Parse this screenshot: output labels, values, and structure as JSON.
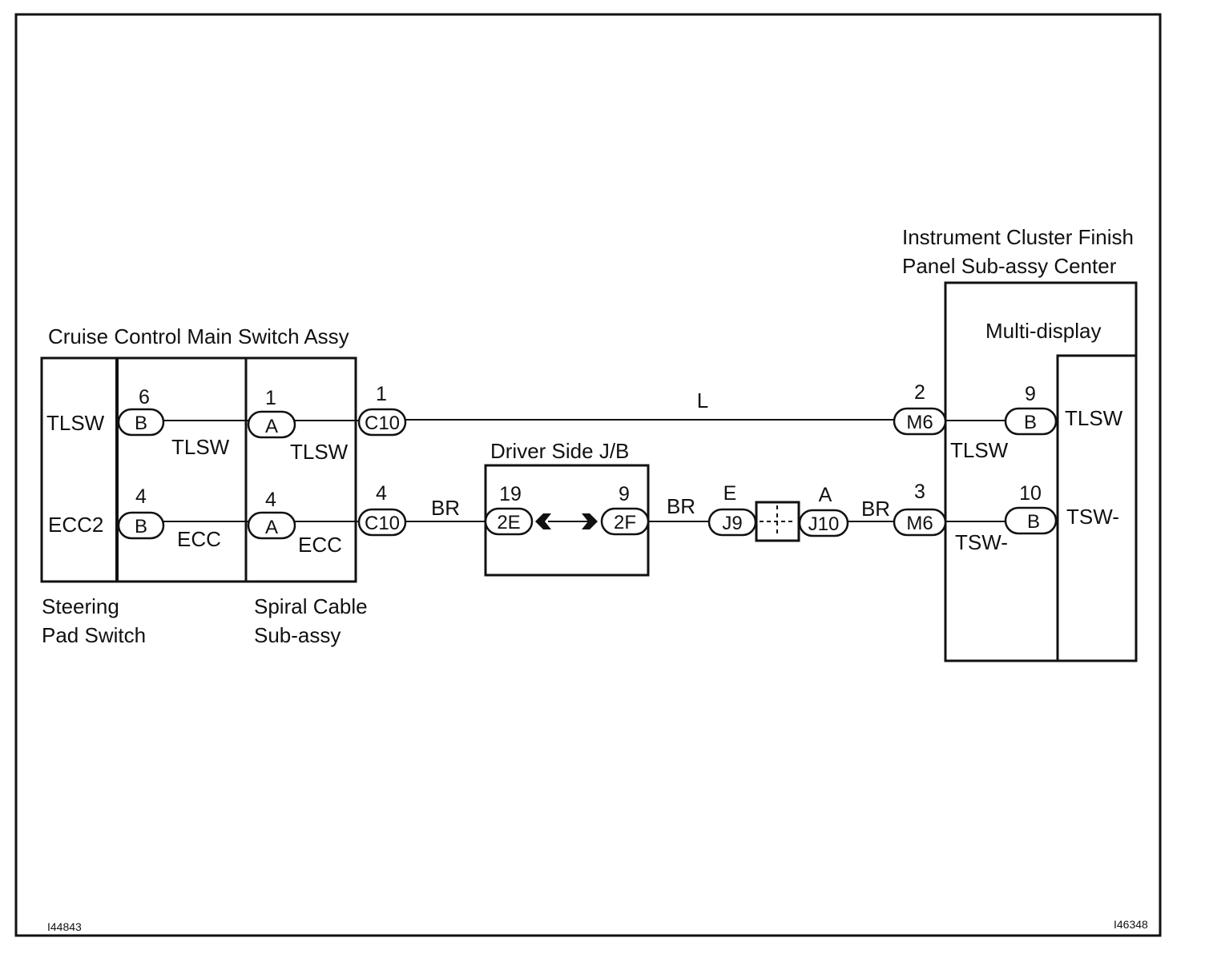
{
  "figure_codes": {
    "left": "I44843",
    "right": "I46348"
  },
  "components": {
    "cruise_main_switch": "Cruise Control Main Switch Assy",
    "steering_pad_line1": "Steering",
    "steering_pad_line2": "Pad Switch",
    "spiral_cable_line1": "Spiral Cable",
    "spiral_cable_line2": "Sub-assy",
    "driver_jb": "Driver Side J/B",
    "cluster_line1": "Instrument Cluster Finish",
    "cluster_line2": "Panel Sub-assy Center",
    "multi_display": "Multi-display"
  },
  "terminals": {
    "left_tlsw": "TLSW",
    "left_ecc2": "ECC2",
    "right_tlsw": "TLSW",
    "right_tsw": "TSW-"
  },
  "wires": {
    "tlsw_a": "TLSW",
    "tlsw_b": "TLSW",
    "ecc_a": "ECC",
    "ecc_b": "ECC",
    "l": "L",
    "br1": "BR",
    "br2": "BR",
    "br3": "BR",
    "tlsw_c": "TLSW",
    "tsw_c": "TSW-",
    "e": "E",
    "a": "A"
  },
  "connectors": {
    "b_top": {
      "id": "B",
      "pin": "6"
    },
    "a_top": {
      "id": "A",
      "pin": "1"
    },
    "c10_top": {
      "id": "C10",
      "pin": "1"
    },
    "b_bot": {
      "id": "B",
      "pin": "4"
    },
    "a_bot": {
      "id": "A",
      "pin": "4"
    },
    "c10_bot": {
      "id": "C10",
      "pin": "4"
    },
    "e2": {
      "id": "2E",
      "pin": "19"
    },
    "f2": {
      "id": "2F",
      "pin": "9"
    },
    "j9": {
      "id": "J9"
    },
    "j10": {
      "id": "J10"
    },
    "m6_top": {
      "id": "M6",
      "pin": "2"
    },
    "m6_bot": {
      "id": "M6",
      "pin": "3"
    },
    "b_right_top": {
      "id": "B",
      "pin": "9"
    },
    "b_right_bot": {
      "id": "B",
      "pin": "10"
    }
  }
}
